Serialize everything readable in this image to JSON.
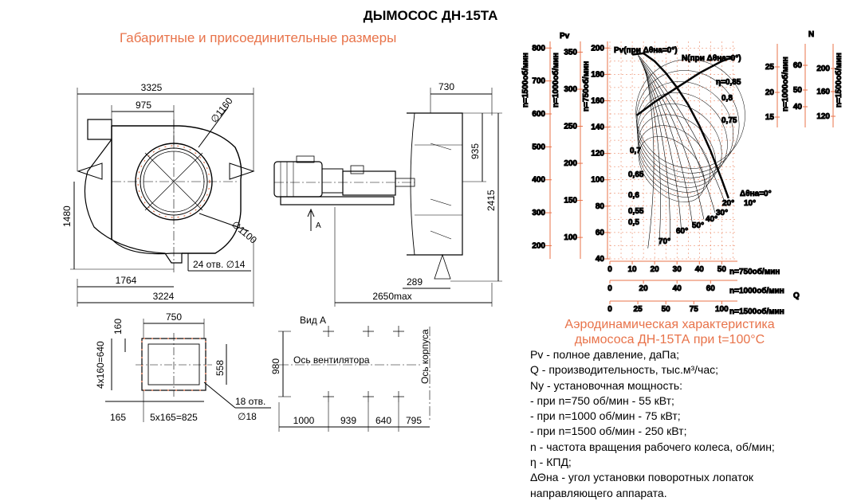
{
  "title": "ДЫМОСОС ДН-15ТА",
  "drawing_subtitle": "Габаритные и присоединительные размеры",
  "chart_caption_line1": "Аэродинамическая характеристика",
  "chart_caption_line2": "дымососа ДН-15ТА при t=100°C",
  "legend": [
    "Pv - полное давление, даПа;",
    "Q - производительность, тыс.м³/час;",
    "Ny - установочная мощность:",
    "- при n=750 об/мин - 55 кВт;",
    "- при n=1000 об/мин - 75 кВт;",
    "- при n=1500 об/мин - 250 кВт;",
    "n - частота вращения рабочего колеса, об/мин;",
    "η - КПД;",
    "ΔΘна - угол установки поворотных лопаток",
    "направляющего аппарата."
  ],
  "dims": {
    "d3325": "3325",
    "d975": "975",
    "d1160": "∅1160",
    "d1100": "∅1100",
    "d1480": "1480",
    "d1764": "1764",
    "d3224": "3224",
    "d24": "24 отв. ∅14",
    "d730": "730",
    "d935": "935",
    "d2415": "2415",
    "d289": "289",
    "d2650": "2650max",
    "arrowA": "A",
    "d750": "750",
    "d160": "160",
    "d4x160": "4x160=640",
    "d558": "558",
    "d165": "165",
    "d5x165": "5x165=825",
    "d18otv": "18 отв.",
    "d18": "∅18",
    "vidA": "Вид А",
    "d980": "980",
    "osVent": "Ось вентилятора",
    "osKorp": "Ось корпуса",
    "d1000": "1000",
    "d939": "939",
    "d640": "640",
    "d795": "795"
  },
  "chart_data": {
    "type": "line",
    "xlabel": "Q",
    "x_axes": [
      {
        "label": "n=750об/мин",
        "ticks": [
          0,
          10,
          20,
          30,
          40,
          50
        ]
      },
      {
        "label": "n=1000об/мин",
        "ticks": [
          0,
          20,
          40,
          60
        ]
      },
      {
        "label": "n=1500об/мин",
        "ticks": [
          0,
          25,
          50,
          75,
          100
        ]
      }
    ],
    "pv_axes": [
      {
        "label": "n=1500об/мин",
        "ticks": [
          200,
          300,
          400,
          500,
          600,
          700,
          800
        ]
      },
      {
        "label": "n=1000об/мин",
        "ticks": [
          100,
          150,
          200,
          250,
          300,
          350
        ]
      },
      {
        "label": "n=750об/мин",
        "ticks": [
          40,
          60,
          80,
          100,
          120,
          140,
          160,
          180,
          200
        ]
      }
    ],
    "pv_label": "Pv",
    "n_axes": [
      {
        "label": "",
        "ticks": [
          15,
          20,
          25
        ]
      },
      {
        "label": "n=1000об/мин",
        "ticks": [
          40,
          50,
          60
        ]
      },
      {
        "label": "n=1500об/мин",
        "ticks": [
          120,
          160,
          200
        ]
      }
    ],
    "n_label": "N",
    "series": [
      {
        "name": "Pv(при Δθна=0°)",
        "x": [
          10,
          15,
          20,
          25,
          30,
          35,
          40,
          45,
          50,
          53
        ],
        "y": [
          195,
          196,
          190,
          181,
          170,
          157,
          141,
          122,
          100,
          86
        ]
      },
      {
        "name": "N(при Δθна=0°)",
        "x": [
          12,
          20,
          30,
          40,
          50,
          55
        ],
        "y": [
          149,
          159,
          170,
          181,
          190,
          193
        ]
      }
    ],
    "efficiency_labels": [
      "η=0,85",
      "0,8",
      "0,75",
      "0,7",
      "0,65",
      "0,6",
      "0,55",
      "0,5"
    ],
    "angle_labels": [
      "Δθна=0°",
      "10°",
      "20°",
      "30°",
      "40°",
      "50°",
      "60°",
      "70°"
    ]
  }
}
